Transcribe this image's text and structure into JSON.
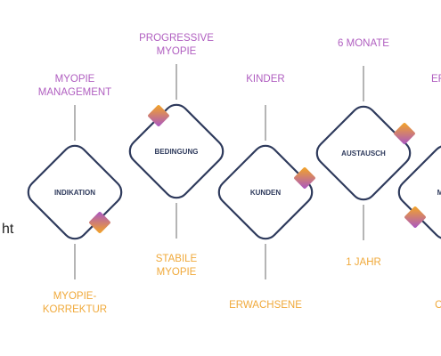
{
  "side_text": "ht",
  "nodes": [
    {
      "name": "INDIKATION",
      "top": [
        "MYOPIE",
        "MANAGEMENT"
      ],
      "bottom": [
        "MYOPIE-",
        "KORREKTUR"
      ]
    },
    {
      "name": "BEDINGUNG",
      "top": [
        "PROGRESSIVE",
        "MYOPIE"
      ],
      "bottom": [
        "STABILE",
        "MYOPIE"
      ]
    },
    {
      "name": "KUNDEN",
      "top": [
        "KINDER"
      ],
      "bottom": [
        "ERWACHSENE"
      ]
    },
    {
      "name": "AUSTAUSCH",
      "top": [
        "6 MONATE"
      ],
      "bottom": [
        "1 JAHR"
      ]
    },
    {
      "name": "MON",
      "top": [
        "ERFO"
      ],
      "bottom": [
        "OPT"
      ]
    }
  ],
  "colors": {
    "diamond_stroke": "#2e3a5c",
    "connector": "#6b6b6b",
    "top_label": "#b05ec0",
    "bottom_label": "#f0a93a",
    "accent_from": "#f5a623",
    "accent_to": "#a855c7"
  }
}
